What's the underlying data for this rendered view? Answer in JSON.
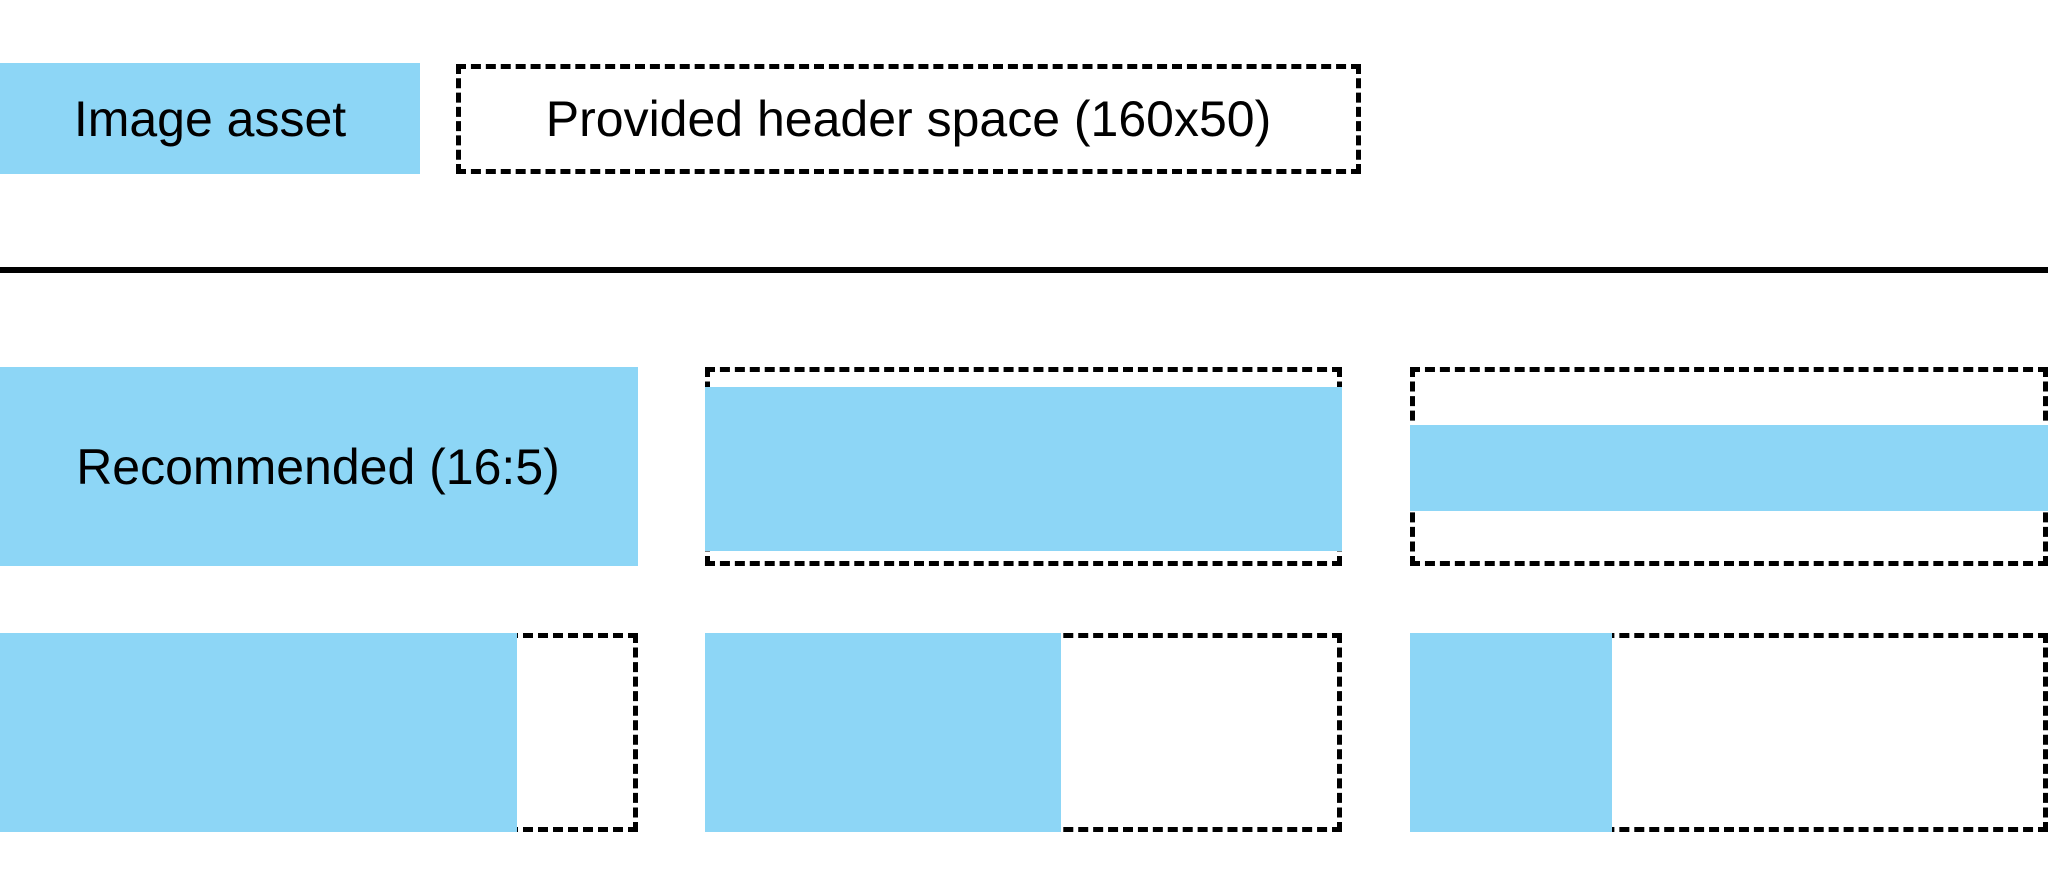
{
  "legend": {
    "asset_label": "Image asset",
    "header_space_label": "Provided header space (160x50)"
  },
  "colors": {
    "asset_blue": "#8dd6f6",
    "line_black": "#000000",
    "text_black": "#000000",
    "background": "#ffffff"
  },
  "header_space_size": "160x50",
  "examples": {
    "recommended": {
      "label": "Recommended (16:5)",
      "fill": {
        "width_pct": 100,
        "height_pct": 100,
        "halign": "fill",
        "valign": "fill"
      },
      "fill_style": "left:-5px;right:-5px;top:-5px;bottom:-5px"
    },
    "row1_middle": {
      "label": "",
      "fill": {
        "width_pct": 100,
        "height_pct": 83,
        "halign": "fill",
        "valign": "center"
      },
      "fill_style": "left:-5px;right:-5px;top:15px;height:164px"
    },
    "row1_right": {
      "label": "",
      "fill": {
        "width_pct": 100,
        "height_pct": 43,
        "halign": "fill",
        "valign": "center"
      },
      "fill_style": "left:-5px;right:-5px;top:53px;height:86px"
    },
    "row2_left": {
      "label": "",
      "fill": {
        "width_pct": 81,
        "height_pct": 100,
        "halign": "left",
        "valign": "fill"
      },
      "fill_style": "left:-5px;top:-5px;bottom:-5px;width:519px"
    },
    "row2_middle": {
      "label": "",
      "fill": {
        "width_pct": 55,
        "height_pct": 100,
        "halign": "left",
        "valign": "fill"
      },
      "fill_style": "left:-5px;top:-5px;bottom:-5px;width:356px"
    },
    "row2_right": {
      "label": "",
      "fill": {
        "width_pct": 31,
        "height_pct": 100,
        "halign": "left",
        "valign": "fill"
      },
      "fill_style": "left:-5px;top:-5px;bottom:-5px;width:202px"
    }
  }
}
